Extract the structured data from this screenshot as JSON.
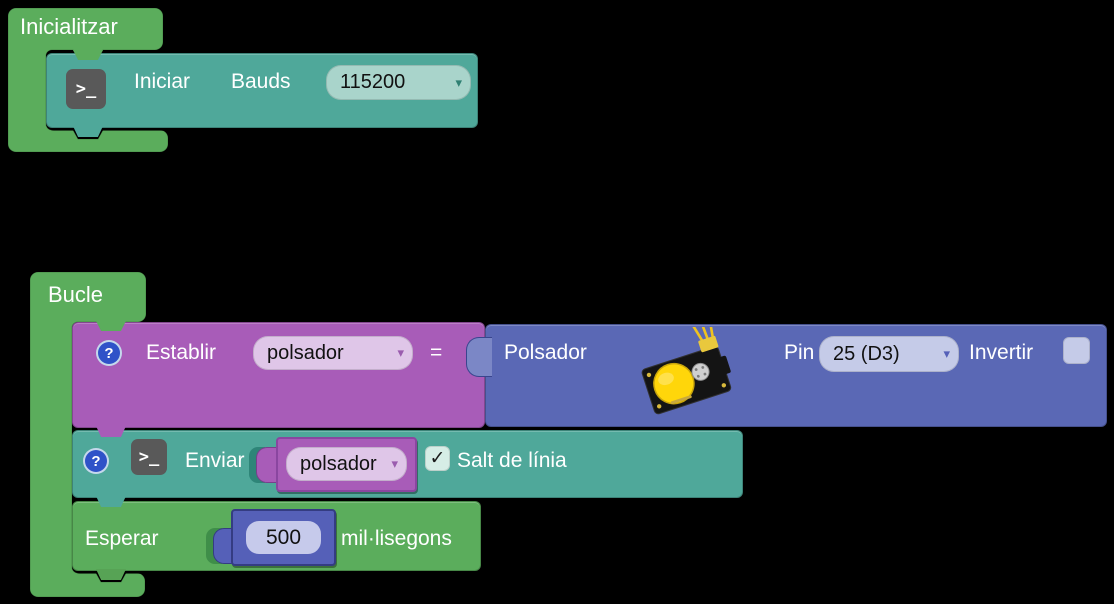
{
  "palette": {
    "bg": "#000000",
    "green": "#5BAD5C",
    "green-dark": "#3F8E49",
    "green-bump": "#57A355",
    "teal": "#4FA89A",
    "teal-dark": "#2E8578",
    "purple": "#A85CB8",
    "purple-dark": "#8A46A0",
    "blue": "#5A68B5",
    "blue-light": "#7B87C6",
    "indigo": "#5560B8",
    "indigo-dark": "#343C82",
    "field-teal": "#A9D4CB",
    "field-purple": "#DFC6E8",
    "field-blue": "#C5CBE8",
    "field-indigo": "#C6CAEB",
    "checkbox-mint": "#D6EDE6",
    "icon-gray": "#595959",
    "help-blue": "#2F52C8"
  },
  "blocks": {
    "inicialitzar": {
      "label": "Inicialitzar"
    },
    "iniciar_bauds": {
      "label_action": "Iniciar",
      "label_param": "Bauds",
      "baud_value": "115200"
    },
    "bucle": {
      "label": "Bucle"
    },
    "establir": {
      "label": "Establir",
      "variable": "polsador",
      "equals": "="
    },
    "polsador_sensor": {
      "label": "Polsador",
      "pin_label": "Pin",
      "pin_value": "25 (D3)",
      "invert_label": "Invertir"
    },
    "enviar": {
      "label": "Enviar",
      "variable": "polsador",
      "check_glyph": "✓",
      "newline_label": "Salt de línia"
    },
    "esperar": {
      "label": "Esperar",
      "value": "500",
      "unit": "mil·lisegons"
    }
  },
  "icons": {
    "terminal_glyph": ">_",
    "help_glyph": "?",
    "dropdown_arrow": "▾"
  }
}
